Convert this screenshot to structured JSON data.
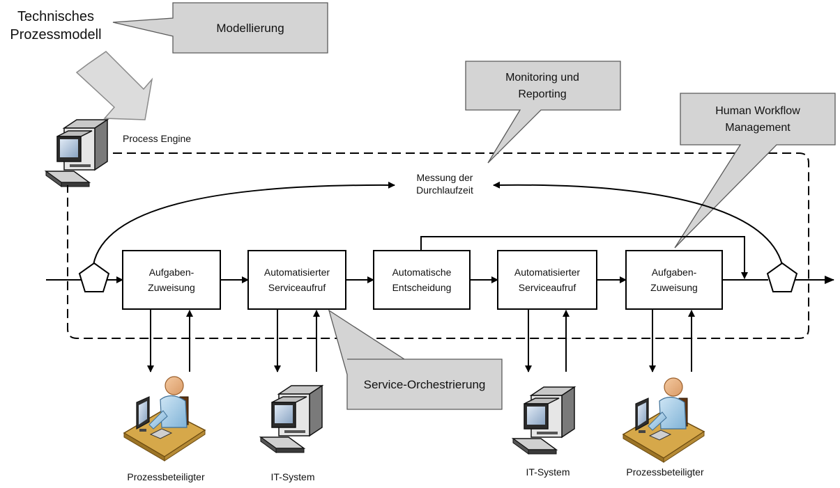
{
  "title": {
    "line1": "Technisches",
    "line2": "Prozessmodell"
  },
  "callouts": {
    "modellierung": [
      "Modellierung"
    ],
    "monitoring": [
      "Monitoring und",
      "Reporting"
    ],
    "human_workflow": [
      "Human Workflow",
      "Management"
    ],
    "orchestrierung": [
      "Service-Orchestrierung"
    ]
  },
  "engine_label": "Process Engine",
  "measurement": [
    "Messung der",
    "Durchlaufzeit"
  ],
  "steps": [
    [
      "Aufgaben-",
      "Zuweisung"
    ],
    [
      "Automatisierter",
      "Serviceaufruf"
    ],
    [
      "Automatische",
      "Entscheidung"
    ],
    [
      "Automatisierter",
      "Serviceaufruf"
    ],
    [
      "Aufgaben-",
      "Zuweisung"
    ]
  ],
  "actors": [
    "Prozessbeteiligter",
    "IT-System",
    "IT-System",
    "Prozessbeteiligter"
  ],
  "icons": {
    "engine": "computer-icon",
    "actor_person": "person-at-desk-icon",
    "actor_system": "computer-icon"
  }
}
